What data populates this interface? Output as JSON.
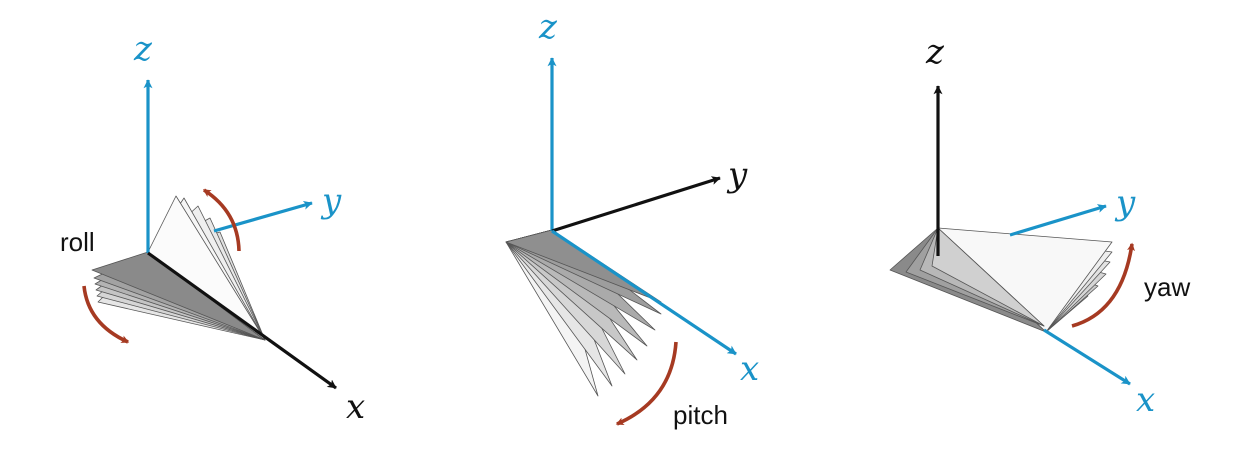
{
  "colors": {
    "axis_blue": "#1a93c8",
    "axis_black": "#111111",
    "arrow_red": "#a63a22",
    "fan_dark": "#8a8a8a",
    "fan_mid": "#b3b3b3",
    "fan_light": "#ececec"
  },
  "panels": [
    {
      "rotation_label": "roll",
      "rotation_axis": "x",
      "axes": {
        "z": "z",
        "y": "y",
        "x": "x"
      }
    },
    {
      "rotation_label": "pitch",
      "rotation_axis": "y",
      "axes": {
        "z": "z",
        "y": "y",
        "x": "x"
      }
    },
    {
      "rotation_label": "yaw",
      "rotation_axis": "z",
      "axes": {
        "z": "z",
        "y": "y",
        "x": "x"
      }
    }
  ]
}
